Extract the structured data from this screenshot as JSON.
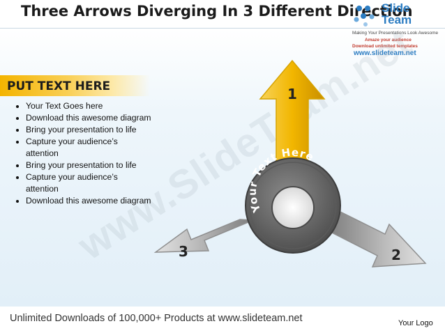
{
  "header": {
    "title": "Three Arrows Diverging In 3 Different Direction"
  },
  "brand": {
    "name_line1": "Slide",
    "name_line2": "Team",
    "tagline": "Making Your Presentations Look Awesome",
    "ad_line1": "Amaze your audience",
    "ad_line2": "Download unlimited templates",
    "url": "www.slideteam.net"
  },
  "sidebar": {
    "heading": "PUT TEXT HERE",
    "bullets": [
      "Your Text Goes here",
      "Download this awesome diagram",
      "Bring your presentation to life",
      "Capture your audience’s attention",
      "Bring your presentation to life",
      "Capture your audience’s attention",
      "Download this awesome diagram"
    ]
  },
  "diagram": {
    "arrow_1_label": "1",
    "arrow_2_label": "2",
    "arrow_3_label": "3",
    "hub_text": "Your Text Here",
    "colors": {
      "arrow_1": "#f2b600",
      "arrow_grey": "#9a9a9a",
      "hub": "#6a6a6a"
    }
  },
  "watermark": "www.SlideTeam.net",
  "footer": {
    "promo": "Unlimited Downloads of 100,000+ Products at www.slideteam.net",
    "logo": "Your Logo"
  }
}
